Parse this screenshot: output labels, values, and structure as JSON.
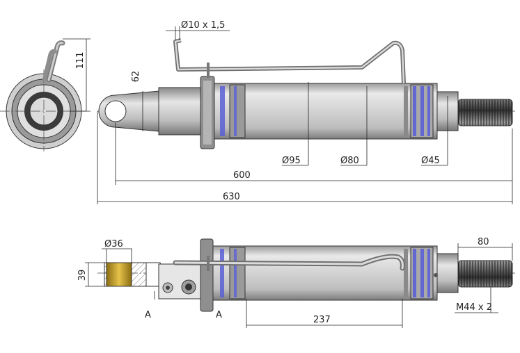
{
  "dimensions": {
    "hook_diameter": "Ø10 x 1,5",
    "end_view_height": "111",
    "eye_height": "62",
    "bore_d95": "Ø95",
    "bore_d80": "Ø80",
    "rod_d45": "Ø45",
    "length_600": "600",
    "length_630": "630",
    "pin_d36": "Ø36",
    "eye_width_39": "39",
    "thread_length_80": "80",
    "stroke_237": "237",
    "thread_spec": "M44 x 2"
  },
  "section_labels": {
    "left": "A",
    "right": "A"
  },
  "colors": {
    "seal_blue": "#5b5fd6",
    "bushing_gold": "#c9a227",
    "metal_light": "#e3e3e3",
    "metal_mid": "#b9b9b9",
    "metal_dark": "#6f6f6f"
  }
}
